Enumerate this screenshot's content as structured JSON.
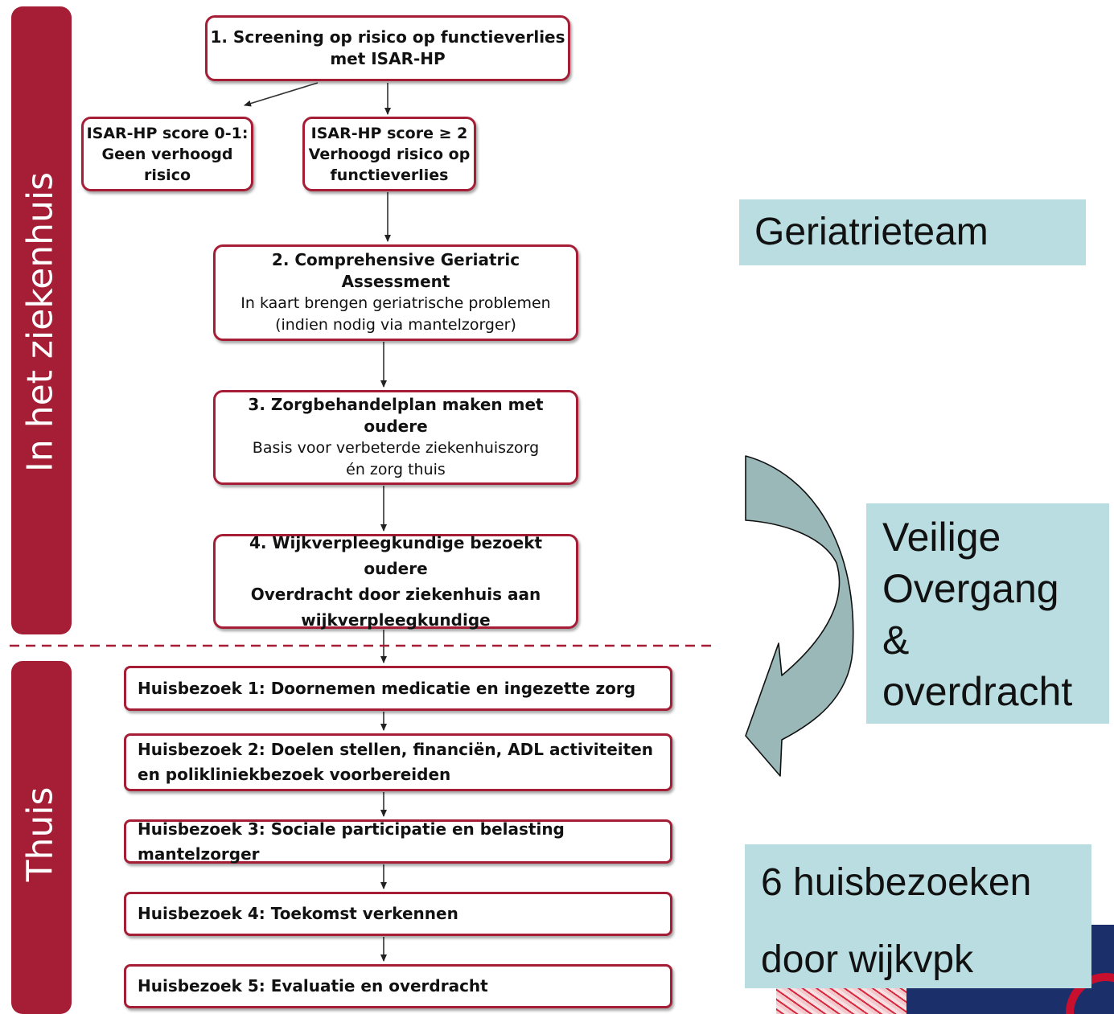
{
  "sidebars": {
    "hospital_label": "In het ziekenhuis",
    "home_label": "Thuis"
  },
  "steps": {
    "step1": {
      "line1": "1. Screening op risico op functieverlies",
      "line2": "met ISAR-HP"
    },
    "low_risk": {
      "line1": "ISAR-HP score 0-1:",
      "line2": "Geen verhoogd",
      "line3": "risico"
    },
    "high_risk": {
      "line1": "ISAR-HP score ≥ 2",
      "line2": "Verhoogd risico op",
      "line3": "functieverlies"
    },
    "step2": {
      "title": "2. Comprehensive Geriatric Assessment",
      "line2": "In kaart brengen geriatrische problemen",
      "line3": "(indien nodig via mantelzorger)"
    },
    "step3": {
      "title": "3. Zorgbehandelplan maken met oudere",
      "line2": "Basis voor verbeterde ziekenhuiszorg",
      "line3": "én zorg thuis"
    },
    "step4": {
      "line1": "4. Wijkverpleegkundige bezoekt oudere",
      "line2": "Overdracht door ziekenhuis aan",
      "line3": "wijkverpleegkundige"
    }
  },
  "home_visits": [
    {
      "line1": "Huisbezoek 1: Doornemen medicatie en ingezette zorg"
    },
    {
      "line1": "Huisbezoek 2: Doelen stellen, financiën, ADL activiteiten",
      "line2": "en polikliniekbezoek voorbereiden"
    },
    {
      "line1": "Huisbezoek 3: Sociale participatie en belasting mantelzorger"
    },
    {
      "line1": "Huisbezoek 4: Toekomst verkennen"
    },
    {
      "line1": "Huisbezoek 5: Evaluatie en overdracht"
    }
  ],
  "callouts": {
    "team": "Geriatrieteam",
    "transition": {
      "line1": "Veilige",
      "line2": "Overgang",
      "line3": "&",
      "line4": "overdracht"
    },
    "visits": {
      "line1": "6 huisbezoeken",
      "line2": "door wijkvpk"
    }
  },
  "colors": {
    "brand_red": "#a51e36",
    "callout_bg": "#b9dde0",
    "arrow_fill": "#9bb8b9"
  }
}
